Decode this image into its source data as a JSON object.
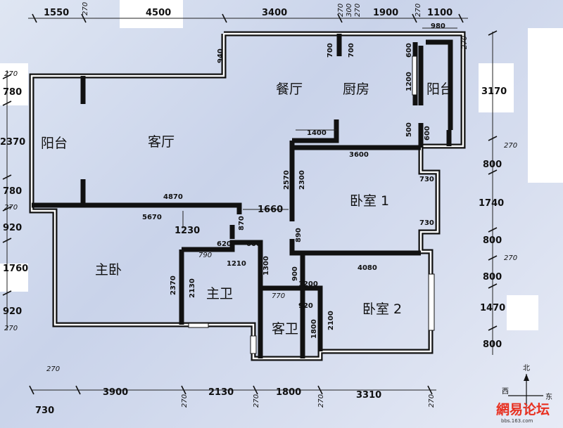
{
  "rooms": {
    "dining": "餐厅",
    "kitchen": "厨房",
    "balcony_right": "阳台",
    "balcony_left": "阳台",
    "living": "客厅",
    "bedroom1": "卧室 1",
    "master": "主卧",
    "master_bath": "主卫",
    "guest_bath": "客卫",
    "bedroom2": "卧室 2"
  },
  "top_dims": {
    "d1550": "1550",
    "d270a": "270",
    "d4500": "4500",
    "d3400": "3400",
    "d270b": "270",
    "d300": "300",
    "d270c": "270",
    "d1900": "1900",
    "d270d": "270",
    "d1100": "1100",
    "d980": "980",
    "d270e": "270"
  },
  "left_dims": {
    "l270a": "270",
    "l780a": "780",
    "l2370": "2370",
    "l780b": "780",
    "l270b": "270",
    "l920a": "920",
    "l1760": "1760",
    "l920b": "920",
    "l270c": "270"
  },
  "right_dims": {
    "r3170": "3170",
    "r270a": "270",
    "r800a": "800",
    "r1740": "1740",
    "r800b": "800",
    "r270b": "270",
    "r800c": "800",
    "r1470": "1470",
    "r800d": "800"
  },
  "bottom_dims": {
    "b270a": "270",
    "b730": "730",
    "b3900": "3900",
    "b270b": "270",
    "b2130": "2130",
    "b270c": "270",
    "b1800": "1800",
    "b270d": "270",
    "b3310": "3310",
    "b270e": "270"
  },
  "interior_dims": {
    "i940": "940",
    "i700a": "700",
    "i700b": "700",
    "i600a": "600",
    "i1200": "1200",
    "i500": "500",
    "i600b": "600",
    "i1400": "1400",
    "i3600": "3600",
    "i2570": "2570",
    "i2300": "2300",
    "i730a": "730",
    "i730b": "730",
    "i4870": "4870",
    "i1660": "1660",
    "i5670": "5670",
    "i870": "870",
    "i890": "890",
    "i1230": "1230",
    "i620": "620",
    "i600c": "600",
    "i790": "790",
    "i1210": "1210",
    "i1300": "1300",
    "i4080": "4080",
    "i900": "900",
    "i2370": "2370",
    "i2130": "2130",
    "i1200b": "1200",
    "i770": "770",
    "i920": "920",
    "i2100": "2100",
    "i1800": "1800"
  },
  "compass": {
    "north": "北",
    "west": "西",
    "east": "东"
  },
  "watermark": {
    "brand": "網易论坛",
    "sub": "bbs.163.com"
  }
}
